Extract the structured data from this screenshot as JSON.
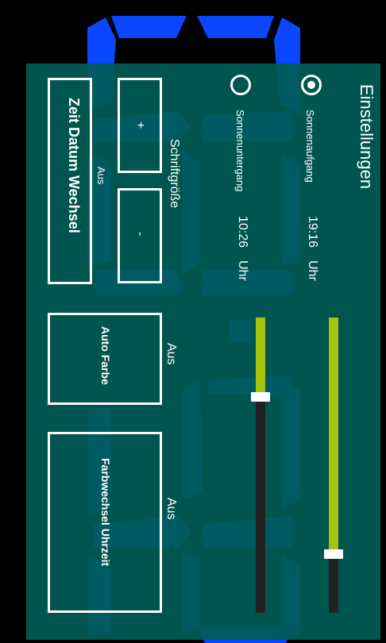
{
  "title": "Einstellungen",
  "sunrise": {
    "label": "Sonnenaufgang",
    "time": "19:16",
    "unit": "Uhr",
    "selected": true
  },
  "sunset": {
    "label": "Sonnenuntergang",
    "time": "10:26",
    "unit": "Uhr",
    "selected": false
  },
  "font_size": {
    "label": "Schriftgröße",
    "plus": "+",
    "minus": "-"
  },
  "toggle_date": {
    "state": "Aus",
    "label": "Zeit Datum Wechsel"
  },
  "auto_color": {
    "state": "Aus",
    "label": "Auto Farbe"
  },
  "color_change": {
    "state": "Aus",
    "label": "Farbwechsel Uhrzeit"
  },
  "sliders": [
    {
      "name": "slider-1",
      "value_fraction": 0.27
    },
    {
      "name": "slider-2",
      "value_fraction": 0.8
    }
  ],
  "colors": {
    "panel": "#005B55",
    "digit": "#0A47FF",
    "slider_fill": "#A6C30F",
    "slider_track": "#222222"
  }
}
